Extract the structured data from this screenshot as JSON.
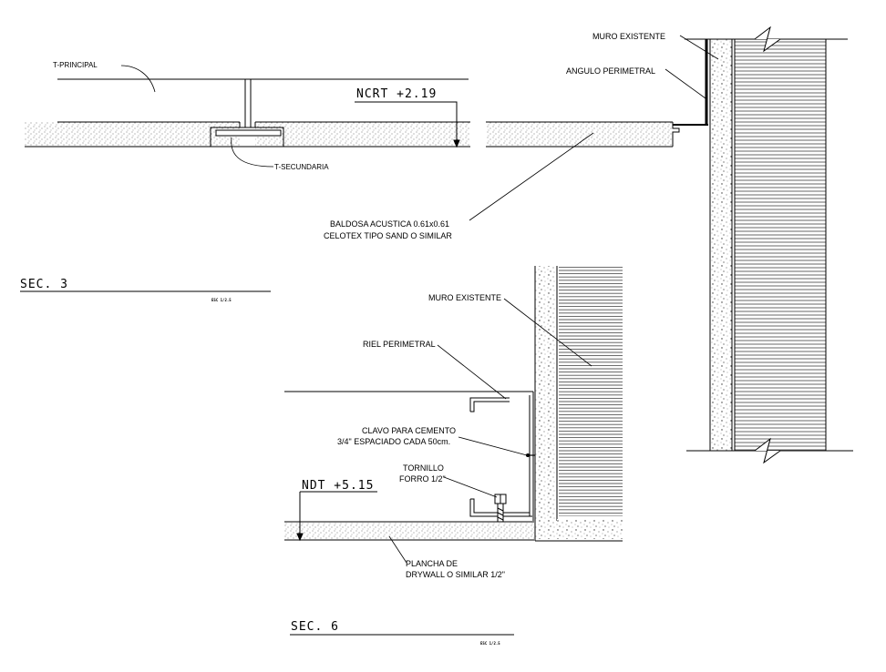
{
  "sec3": {
    "t_principal": "T-PRINCIPAL",
    "t_secundaria": "T-SECUNDARIA",
    "level": "NCRT +2.19",
    "title": "SEC. 3",
    "scale": "ESC 1/2.5"
  },
  "detail_right": {
    "muro_existente": "MURO EXISTENTE",
    "angulo_perimetral": "ANGULO PERIMETRAL",
    "baldosa_line1": "BALDOSA ACUSTICA 0.61x0.61",
    "baldosa_line2": "CELOTEX TIPO SAND O SIMILAR"
  },
  "sec6": {
    "muro_existente": "MURO EXISTENTE",
    "riel_perimetral": "RIEL PERIMETRAL",
    "clavo_line1": "CLAVO PARA CEMENTO",
    "clavo_line2": "3/4\" ESPACIADO CADA 50cm.",
    "tornillo_line1": "TORNILLO",
    "tornillo_line2": "FORRO 1/2\"",
    "level": "NDT +5.15",
    "plancha_line1": "PLANCHA DE",
    "plancha_line2": "DRYWALL O SIMILAR 1/2\"",
    "title": "SEC. 6",
    "scale": "ESC 1/2.5"
  }
}
